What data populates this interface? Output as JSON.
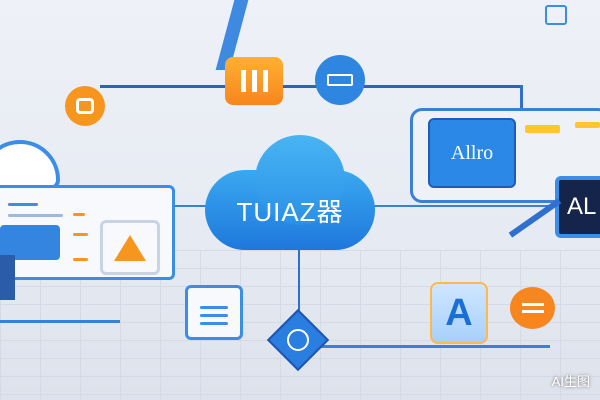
{
  "cloud": {
    "label": "TUIAZ器"
  },
  "cards": {
    "allro_label": "Allro",
    "dark_label": "AL",
    "letter_tile": "A"
  },
  "watermark": "AI生图",
  "colors": {
    "blue": "#3a8ee8",
    "dark_blue": "#1f4fb5",
    "orange": "#f7961e",
    "navy": "#1a2a4d"
  }
}
